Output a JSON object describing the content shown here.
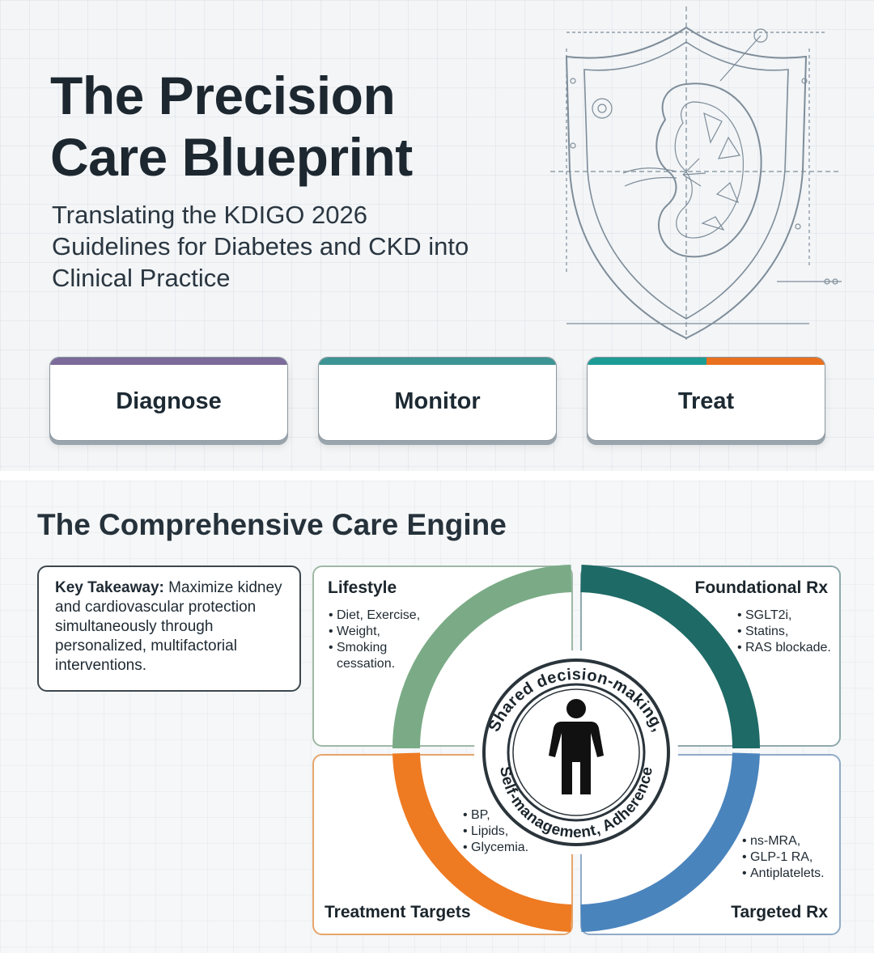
{
  "hero": {
    "title_line1": "The Precision",
    "title_line2": "Care Blueprint",
    "subtitle": "Translating the KDIGO 2026 Guidelines for Diabetes and CKD into Clinical Practice",
    "buttons": [
      {
        "label": "Diagnose",
        "accent": "#7b6a9a"
      },
      {
        "label": "Monitor",
        "accent": "#3d9494"
      },
      {
        "label": "Treat",
        "accent_left": "#1d9c96",
        "accent_right": "#e8701e"
      }
    ]
  },
  "engine": {
    "title": "The Comprehensive Care Engine",
    "takeaway_label": "Key Takeaway:",
    "takeaway_text": " Maximize kidney and cardiovascular protection simultaneously through personalized, multifactorial interventions.",
    "lifestyle": {
      "title": "Lifestyle",
      "items": [
        "Diet, Exercise,",
        "Weight,",
        "Smoking cessation."
      ],
      "color": "#7aab86"
    },
    "foundational": {
      "title": "Foundational Rx",
      "items": [
        "SGLT2i,",
        "Statins,",
        "RAS blockade."
      ],
      "color": "#1e6a66"
    },
    "targets": {
      "title": "Treatment Targets",
      "items": [
        "BP,",
        "Lipids,",
        "Glycemia."
      ],
      "color": "#ee7a22"
    },
    "targeted": {
      "title": "Targeted Rx",
      "items": [
        "ns-MRA,",
        "GLP-1 RA,",
        "Antiplatelets."
      ],
      "color": "#4a84bd"
    },
    "center_ring_top": "Shared decision-making,",
    "center_ring_bottom": "Self-management, Adherence",
    "center_icon": "person-icon"
  }
}
